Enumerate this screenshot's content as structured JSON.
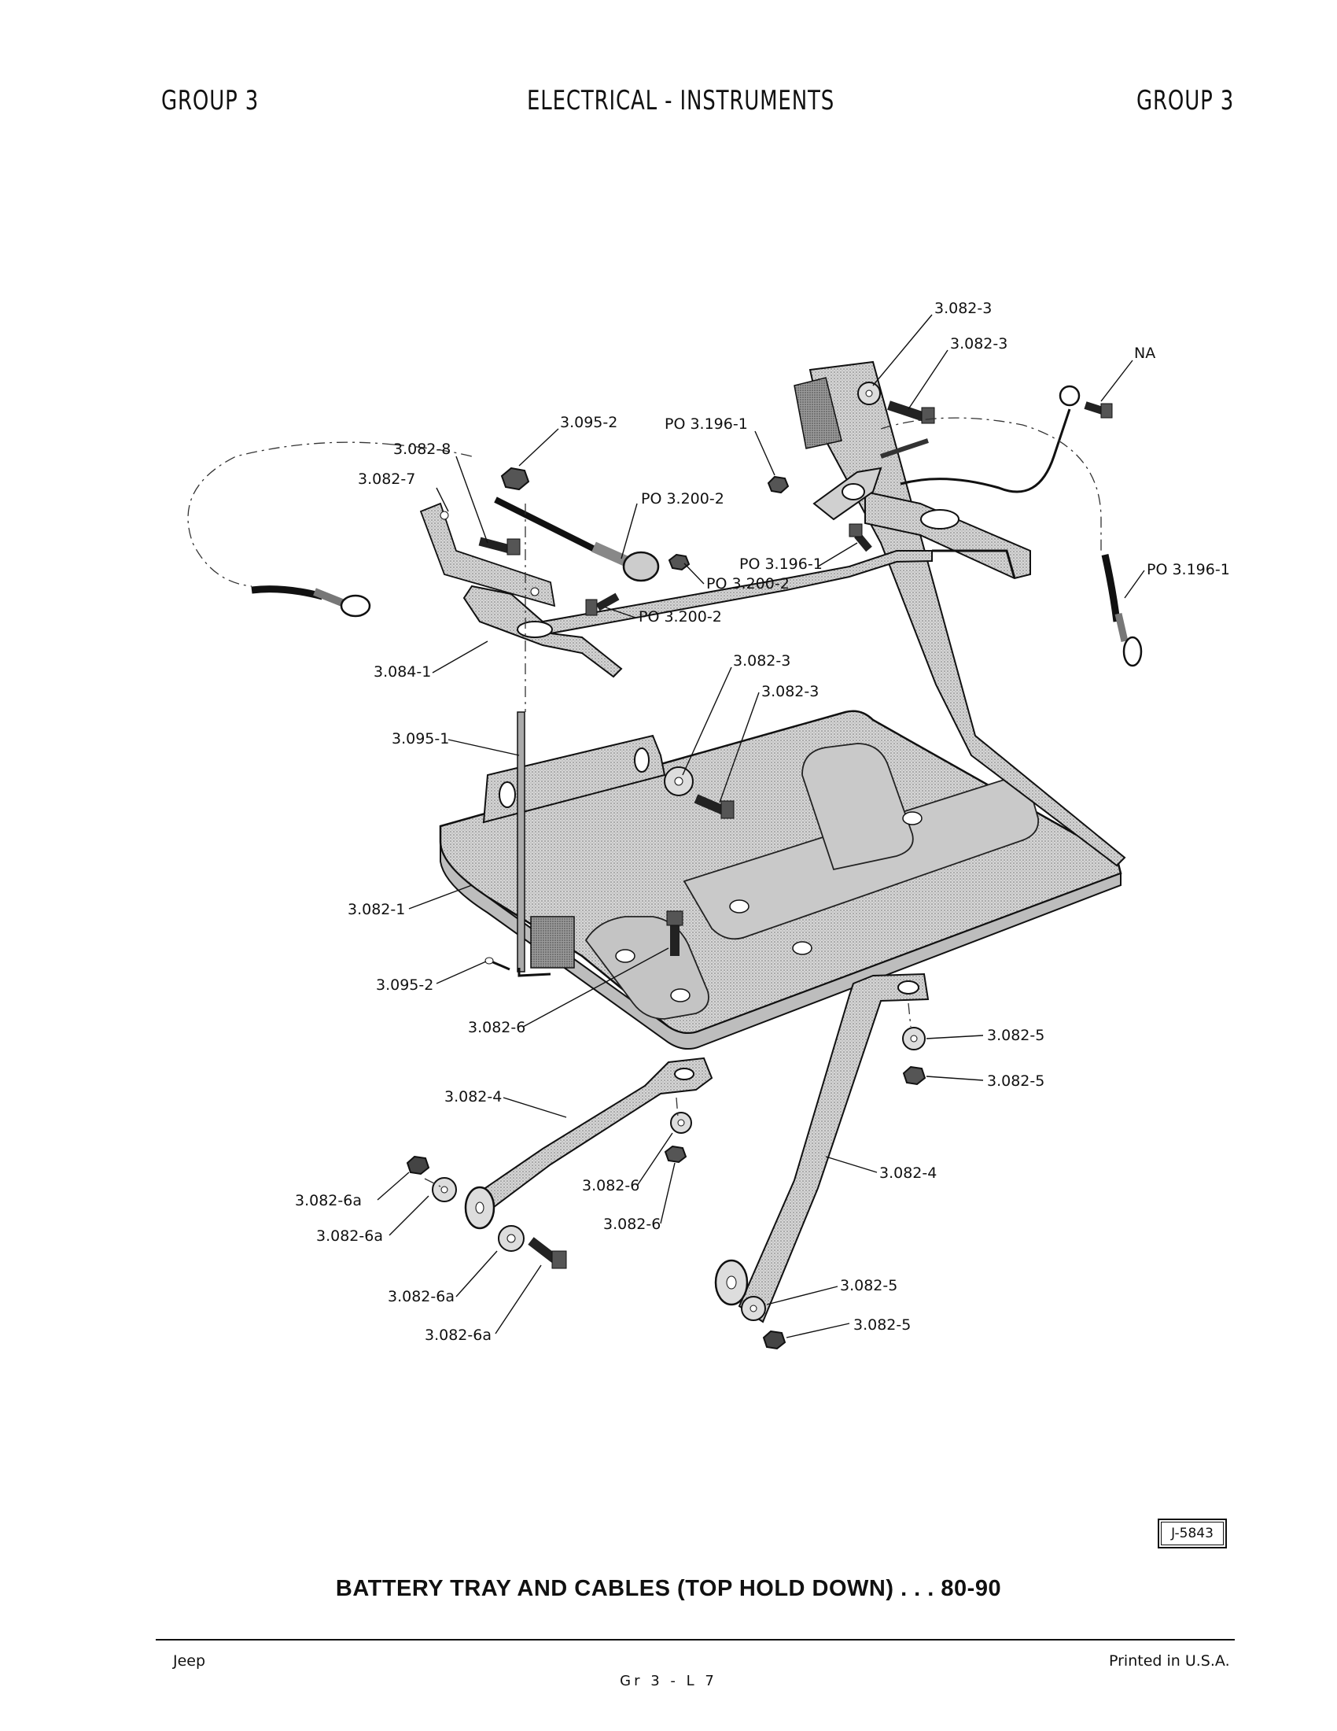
{
  "header": {
    "left": "GROUP 3",
    "center": "ELECTRICAL - INSTRUMENTS",
    "right": "GROUP 3"
  },
  "callouts": {
    "c1": "3.082-3",
    "c2": "3.082-3",
    "c3": "NA",
    "c4": "3.095-2",
    "c5": "PO 3.196-1",
    "c6": "3.082-8",
    "c7": "3.082-7",
    "c8": "PO 3.200-2",
    "c9": "PO 3.196-1",
    "c10": "PO 3.200-2",
    "c11": "PO 3.200-2",
    "c12": "PO 3.196-1",
    "c13": "3.084-1",
    "c14": "3.082-3",
    "c15": "3.082-3",
    "c16": "3.095-1",
    "c17": "3.082-1",
    "c18": "3.095-2",
    "c19": "3.082-6",
    "c20": "3.082-5",
    "c21": "3.082-5",
    "c22": "3.082-4",
    "c23": "3.082-4",
    "c24": "3.082-6a",
    "c25": "3.082-6a",
    "c26": "3.082-6",
    "c27": "3.082-6",
    "c28": "3.082-6a",
    "c29": "3.082-6a",
    "c30": "3.082-5",
    "c31": "3.082-5"
  },
  "figure_id": "J-5843",
  "caption": "BATTERY TRAY AND CABLES (TOP HOLD DOWN) . . . 80-90",
  "footer": {
    "left": "Jeep",
    "center": "Gr 3 - L 7",
    "right": "Printed in U.S.A."
  }
}
